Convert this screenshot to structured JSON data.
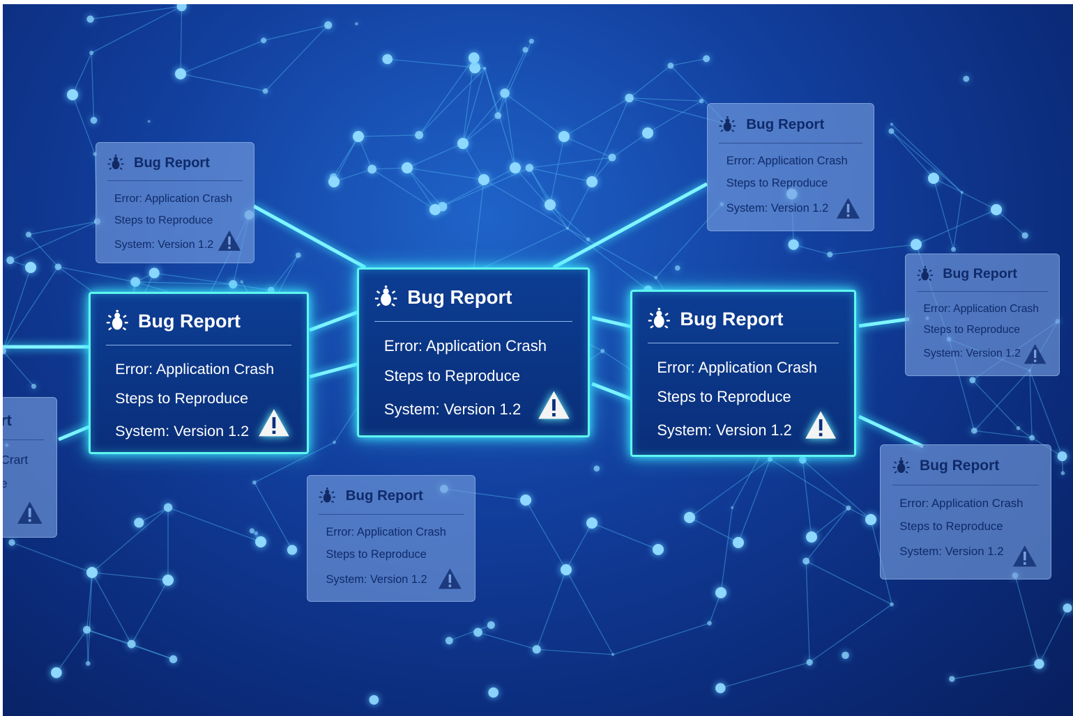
{
  "cards": [
    {
      "title": "Bug Report",
      "error": "Error: Application Crash",
      "steps": "Steps to Reproduce",
      "system": "System: Version 1.2"
    },
    {
      "title": "Bug Report",
      "error": "Error: Application Crash",
      "steps": "Steps to Reproduce",
      "system": "System: Version 1.2"
    },
    {
      "title": "Bug Report",
      "error": "Error: Application Crash",
      "steps": "Steps to Reproduce",
      "system": "System: Version 1.2"
    },
    {
      "title": "Bug Report",
      "error": "Error: Application Crash",
      "steps": "Steps to Reproduce",
      "system": "System: Version 1.2"
    },
    {
      "title": "Bug Report",
      "error": "Error: Application Crash",
      "steps": "Steps to Reproduce",
      "system": "System: Version 1.2"
    },
    {
      "title": "Bug Report",
      "error": "Error: Application Crash",
      "steps": "Steps to Reproduce",
      "system": "System: Version 1.2"
    },
    {
      "title": "Bug Report",
      "error": "Error: Application Crash",
      "steps": "Steps to Reproduce",
      "system": "System: Version 1.2"
    },
    {
      "title": "Bug Report",
      "error": "Error: Application Crash",
      "steps": "Steps to Reproduce",
      "system": "System: Version 1.2"
    }
  ],
  "partial_card": {
    "title": "rt",
    "error": "Crart",
    "steps": "e"
  },
  "icons": {
    "header": "bug-icon",
    "status": "warning-triangle-icon"
  },
  "colors": {
    "background": "#0b2a78",
    "glow": "#5ff6f0",
    "faint_card": "#7aa0e1"
  }
}
